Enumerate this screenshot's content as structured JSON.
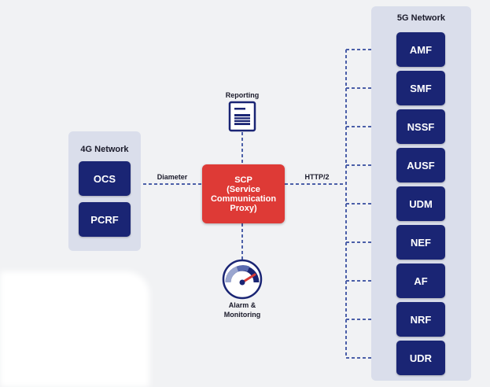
{
  "network_4g": {
    "title": "4G Network",
    "nodes": [
      "OCS",
      "PCRF"
    ]
  },
  "network_5g": {
    "title": "5G Network",
    "nodes": [
      "AMF",
      "SMF",
      "NSSF",
      "AUSF",
      "UDM",
      "NEF",
      "AF",
      "NRF",
      "UDR"
    ]
  },
  "scp": {
    "line1": "SCP",
    "line2": "(Service",
    "line3": "Communication",
    "line4": "Proxy)"
  },
  "labels": {
    "diameter": "Diameter",
    "http2": "HTTP/2",
    "reporting": "Reporting",
    "alarm_line1": "Alarm &",
    "alarm_line2": "Monitoring"
  },
  "icons": {
    "reporting": "report-document-icon",
    "alarm": "gauge-icon"
  },
  "colors": {
    "node": "#1a2574",
    "scp": "#de3a36",
    "panel": "#dadeeb",
    "line": "#4b5fa8",
    "gauge_needle": "#d93b36"
  }
}
